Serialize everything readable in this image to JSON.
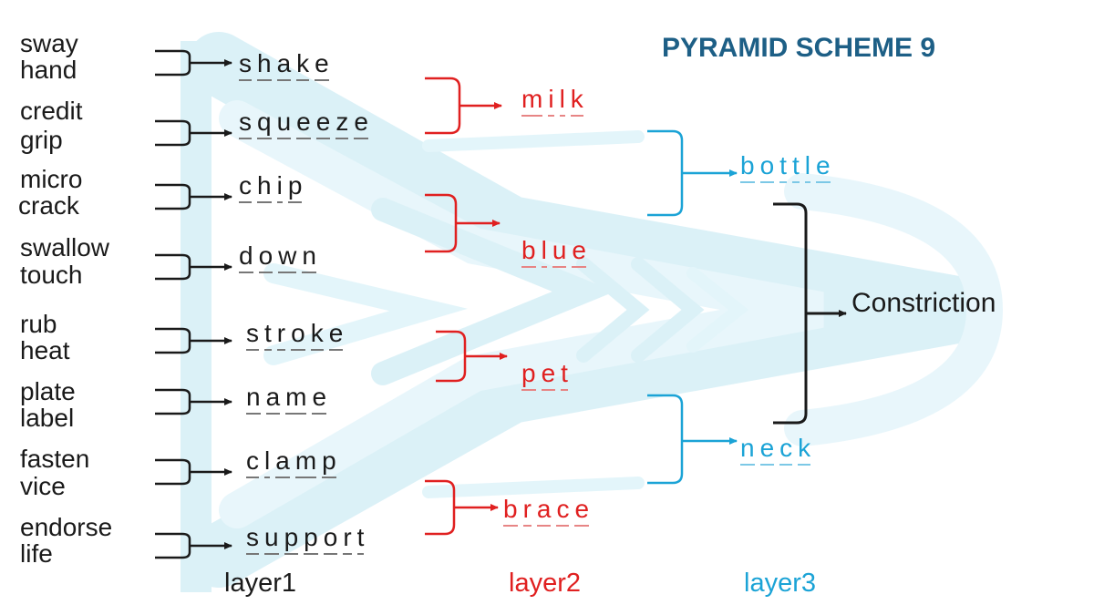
{
  "title": "PYRAMID SCHEME 9",
  "colors": {
    "layer1": "#1a1a1a",
    "layer2": "#e02020",
    "layer3": "#1ba3d6",
    "title": "#1d5f86",
    "background_art": "#bfe6f2"
  },
  "clues": [
    [
      "sway",
      "hand"
    ],
    [
      "credit",
      "grip"
    ],
    [
      "micro",
      "crack"
    ],
    [
      "swallow",
      "touch"
    ],
    [
      "rub",
      "heat"
    ],
    [
      "plate",
      "label"
    ],
    [
      "fasten",
      "vice"
    ],
    [
      "endorse",
      "life"
    ]
  ],
  "layer1": [
    "shake",
    "squeeze",
    "chip",
    "down",
    "stroke",
    "name",
    "clamp",
    "support"
  ],
  "layer2": [
    "milk",
    "blue",
    "pet",
    "brace"
  ],
  "layer3": [
    "bottle",
    "neck"
  ],
  "final_answer": "Constriction",
  "layer_labels": [
    "layer1",
    "layer2",
    "layer3"
  ]
}
